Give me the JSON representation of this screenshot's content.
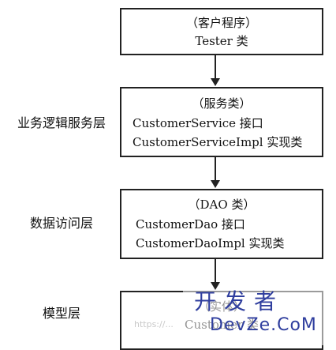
{
  "client": {
    "title": "（客户程序）",
    "line1": "Tester 类"
  },
  "service": {
    "layer_label": "业务逻辑服务层",
    "title": "（服务类）",
    "line1": "CustomerService 接口",
    "line2": "CustomerServiceImpl 实现类"
  },
  "dao": {
    "layer_label": "数据访问层",
    "title": "（DAO 类）",
    "line1": "CustomerDao 接口",
    "line2": "CustomerDaoImpl 实现类"
  },
  "model": {
    "layer_label": "模型层",
    "title": "（实体）",
    "line1": "Customer 类"
  },
  "watermark": {
    "top": "开发者",
    "bottom": "DevZe.CoM",
    "faint": "https://..."
  }
}
